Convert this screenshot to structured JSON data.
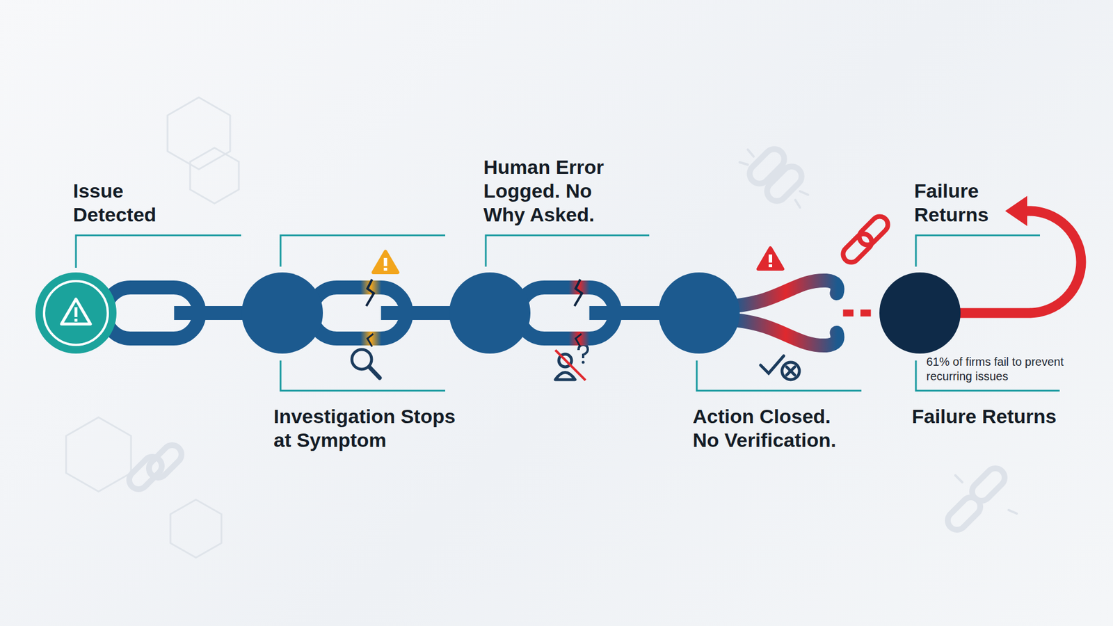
{
  "diagram": {
    "nodes": [
      {
        "text": [
          "Issue Detected"
        ]
      },
      {
        "text": [
          "Investigation Stops at Symptom"
        ]
      },
      {
        "text": [
          "Human Error Logged. No Why Asked."
        ]
      },
      {
        "text": [
          "Action Closed. No Verification."
        ]
      },
      {
        "text": [
          "Failure Returns",
          "61% of firms fail to prevent recurring issues",
          "Failure Returns"
        ]
      }
    ],
    "edges": [
      {
        "from": 0,
        "to": 1,
        "arrow": "none"
      },
      {
        "from": 1,
        "to": 2,
        "arrow": "none"
      },
      {
        "from": 2,
        "to": 3,
        "arrow": "none"
      },
      {
        "from": 3,
        "to": 4,
        "arrow": "none"
      }
    ]
  }
}
